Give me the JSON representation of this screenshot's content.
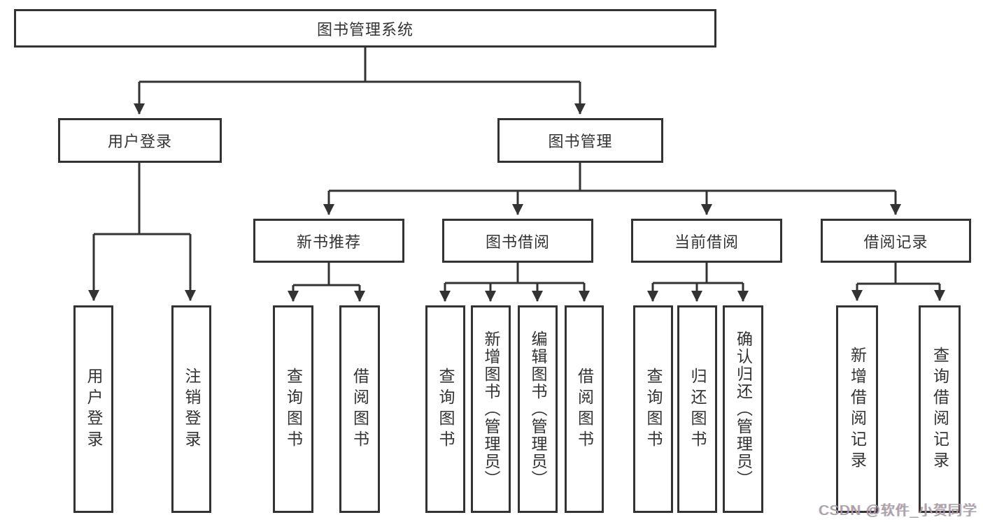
{
  "diagram": {
    "root": {
      "label": "图书管理系统"
    },
    "level2": {
      "user_login": {
        "label": "用户登录"
      },
      "book_mgmt": {
        "label": "图书管理"
      }
    },
    "level3": {
      "new_book": {
        "label": "新书推荐"
      },
      "book_borrow": {
        "label": "图书借阅"
      },
      "current_borrow": {
        "label": "当前借阅"
      },
      "borrow_record": {
        "label": "借阅记录"
      }
    },
    "leaves": {
      "user_login_child_1": {
        "label": "用户登录"
      },
      "user_login_child_2": {
        "label": "注销登录"
      },
      "new_book_child_1": {
        "label": "查询图书"
      },
      "new_book_child_2": {
        "label": "借阅图书"
      },
      "book_borrow_child_1": {
        "label": "查询图书"
      },
      "book_borrow_child_2": {
        "label": "新增图书（管理员）"
      },
      "book_borrow_child_3": {
        "label": "编辑图书（管理员）"
      },
      "book_borrow_child_4": {
        "label": "借阅图书"
      },
      "current_borrow_child_1": {
        "label": "查询图书"
      },
      "current_borrow_child_2": {
        "label": "归还图书"
      },
      "current_borrow_child_3": {
        "label": "确认归还（管理员）"
      },
      "borrow_record_child_1": {
        "label": "新增借阅记录"
      },
      "borrow_record_child_2": {
        "label": "查询借阅记录"
      }
    }
  },
  "watermark": {
    "text": "CSDN @软件_小贺同学"
  },
  "colors": {
    "line": "#333333",
    "text": "#333333",
    "background": "#ffffff",
    "watermark": "#a3a3a3"
  }
}
